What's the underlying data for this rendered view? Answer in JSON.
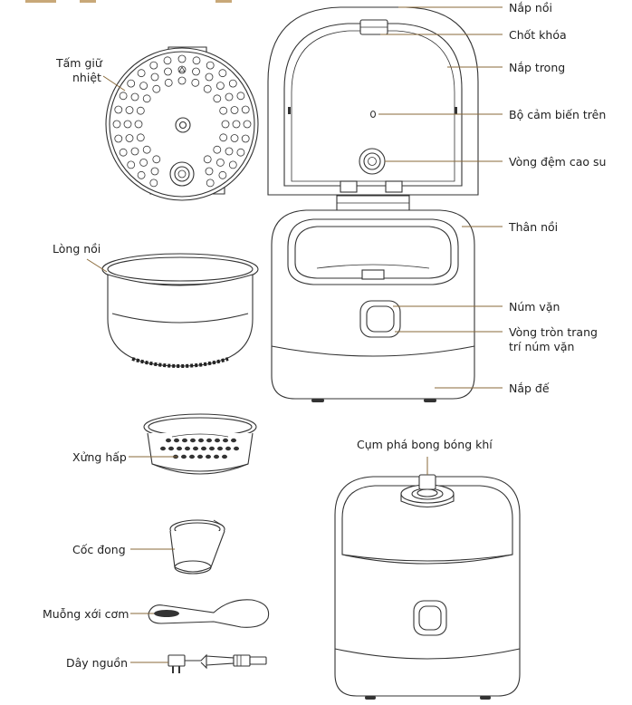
{
  "header": {
    "accent_color": "#c8a878"
  },
  "labels": {
    "outer_lid": "Nắp nồi",
    "lock_latch": "Chốt khóa",
    "inner_lid": "Nắp trong",
    "top_sensor": "Bộ cảm biến trên",
    "rubber_gasket": "Vòng đệm cao su",
    "heat_plate": "Tấm giữ",
    "heat_plate_2": "nhiệt",
    "pot_body": "Thân nồi",
    "inner_pot": "Lòng nồi",
    "knob": "Núm vặn",
    "knob_ring": "Vòng tròn trang",
    "knob_ring_2": "trí núm vặn",
    "base_cover": "Nắp đế",
    "steam_valve": "Cụm phá bong bóng khí",
    "steamer": "Xửng hấp",
    "measuring_cup": "Cốc đong",
    "rice_paddle": "Muỗng xới cơm",
    "power_cord": "Dây nguồn"
  }
}
